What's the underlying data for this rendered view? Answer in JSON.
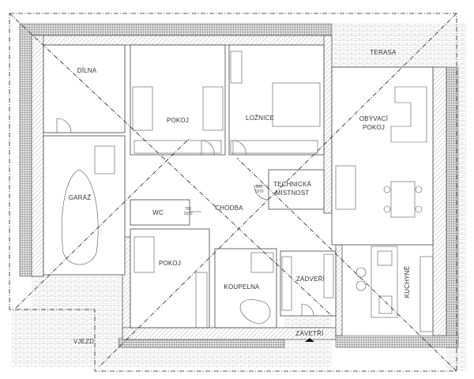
{
  "plan": {
    "rooms": {
      "dilna": "DÍLNA",
      "pokoj_top": "POKOJ",
      "loznice": "LOŽNICE",
      "obyvaci_1": "OBÝVACÍ",
      "obyvaci_2": "POKOJ",
      "terasa": "TERASA",
      "garaz": "GARÁŽ",
      "wc": "WC",
      "chodba": "CHODBA",
      "technicka_1": "TECHNICKÁ",
      "technicka_2": "MÍSTNOST",
      "pokoj_bottom": "POKOJ",
      "koupelna": "KOUPELNA",
      "zadveri": "ZÁDVEŘÍ",
      "zavetri": "ZÁVETŘÍ",
      "kuchyne": "KUCHYNĚ",
      "vjezd": "VJEZD"
    },
    "doors": {
      "technicka_w": "800",
      "technicka_h": "1970",
      "wc_w": "700",
      "wc_h": "1970"
    },
    "colors": {
      "line": "#444444",
      "hatch": "#888888"
    }
  }
}
